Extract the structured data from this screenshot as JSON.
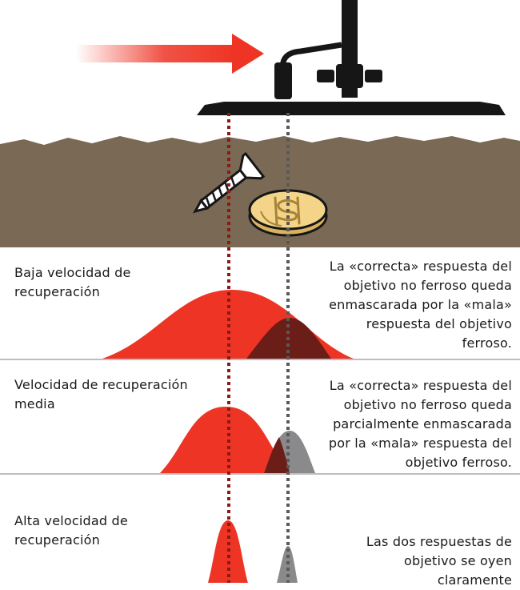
{
  "colors": {
    "soil": "#7a6a55",
    "red": "#ee3424",
    "dark_overlap": "#6b1d18",
    "gray": "#8a8a8c",
    "coil": "#161616",
    "coin": "#f3d489",
    "red_line": "#8b1a14",
    "gray_line": "#595959",
    "divider": "#bdbdbd"
  },
  "icons": [
    "motion-arrow-icon",
    "detector-coil-icon",
    "screw-icon",
    "coin-icon",
    "dollar-sign-icon"
  ],
  "panels": [
    {
      "id": "low",
      "label": "Baja velocidad de recuperación",
      "description": "La «correcta» respuesta del objetivo no ferroso queda enmascarada por la «mala» respuesta del objetivo ferroso."
    },
    {
      "id": "medium",
      "label": "Velocidad de recuperación media",
      "description": "La «correcta» respuesta del objetivo no ferroso queda parcialmente enmascarada por la «mala» respuesta del objetivo ferroso."
    },
    {
      "id": "high",
      "label": "Alta velocidad de recuperación",
      "description": "Las dos respuestas de objetivo se oyen claramente"
    }
  ]
}
